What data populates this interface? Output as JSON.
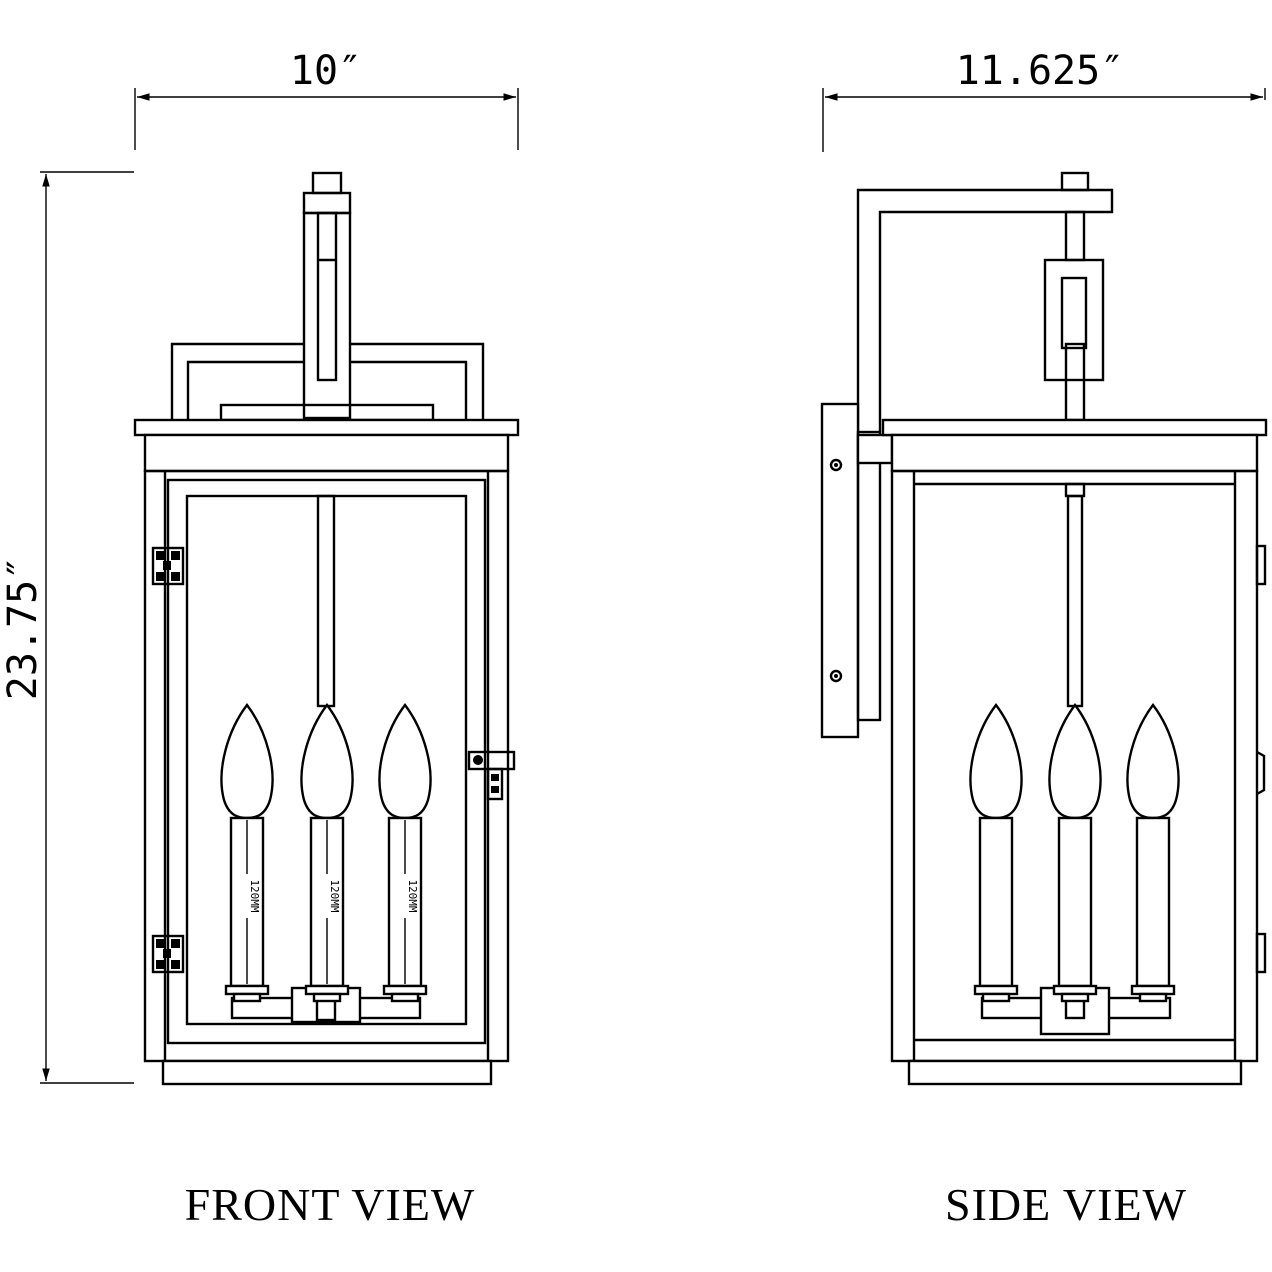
{
  "dimensions": {
    "front_width": "10″",
    "side_width": "11.625″",
    "height": "23.75″"
  },
  "views": {
    "front_label": "FRONT VIEW",
    "side_label": "SIDE VIEW"
  },
  "candle_labels": [
    "120MM",
    "120MM",
    "120MM"
  ],
  "colors": {
    "line": "#000000",
    "background": "#ffffff"
  }
}
